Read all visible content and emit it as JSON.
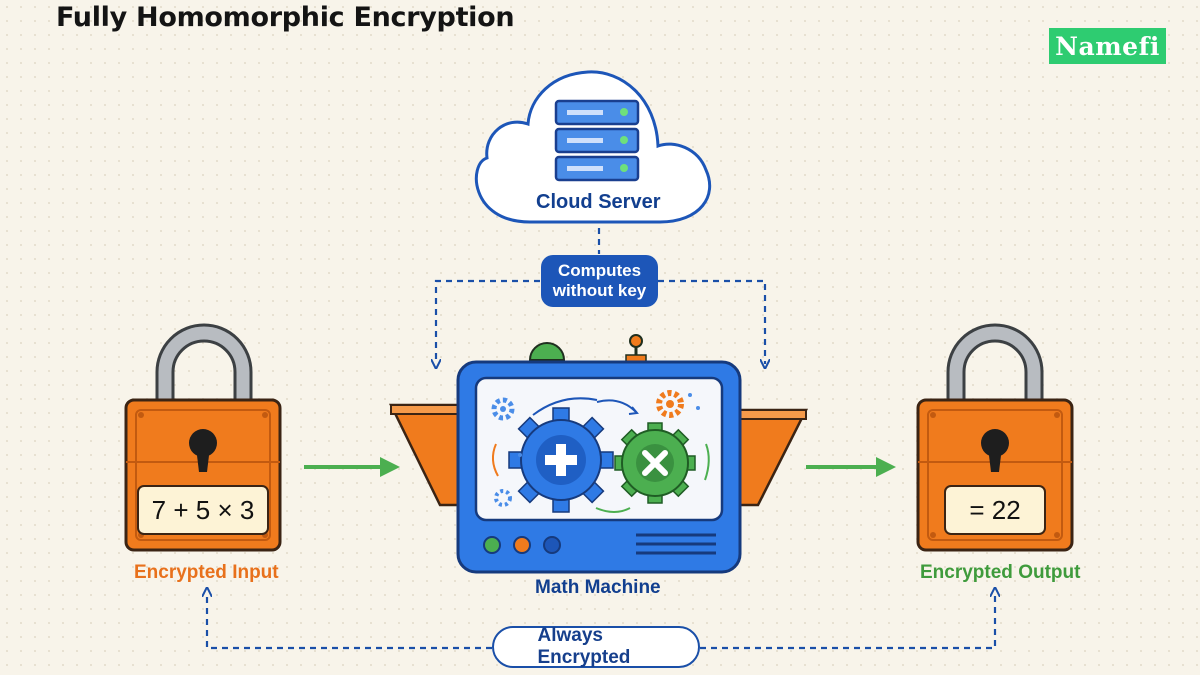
{
  "header": {
    "title": "Fully Homomorphic Encryption",
    "brand": "Namefi"
  },
  "cloud": {
    "label": "Cloud Server"
  },
  "compute_note": {
    "line1": "Computes",
    "line2": "without key"
  },
  "input": {
    "expression": "7 + 5 × 3",
    "label": "Encrypted Input"
  },
  "machine": {
    "label": "Math Machine"
  },
  "output": {
    "result": "= 22",
    "label": "Encrypted Output"
  },
  "footer_badge": {
    "label": "Always Encrypted"
  },
  "colors": {
    "chest_orange": "#f07b1d",
    "lock_gray": "#9aa0a6",
    "machine_blue": "#2f7ae5",
    "arrow_green": "#4caf50",
    "dashed_blue": "#1a4fa8",
    "input_label": "#e8711c",
    "output_label": "#3f9b3c"
  }
}
